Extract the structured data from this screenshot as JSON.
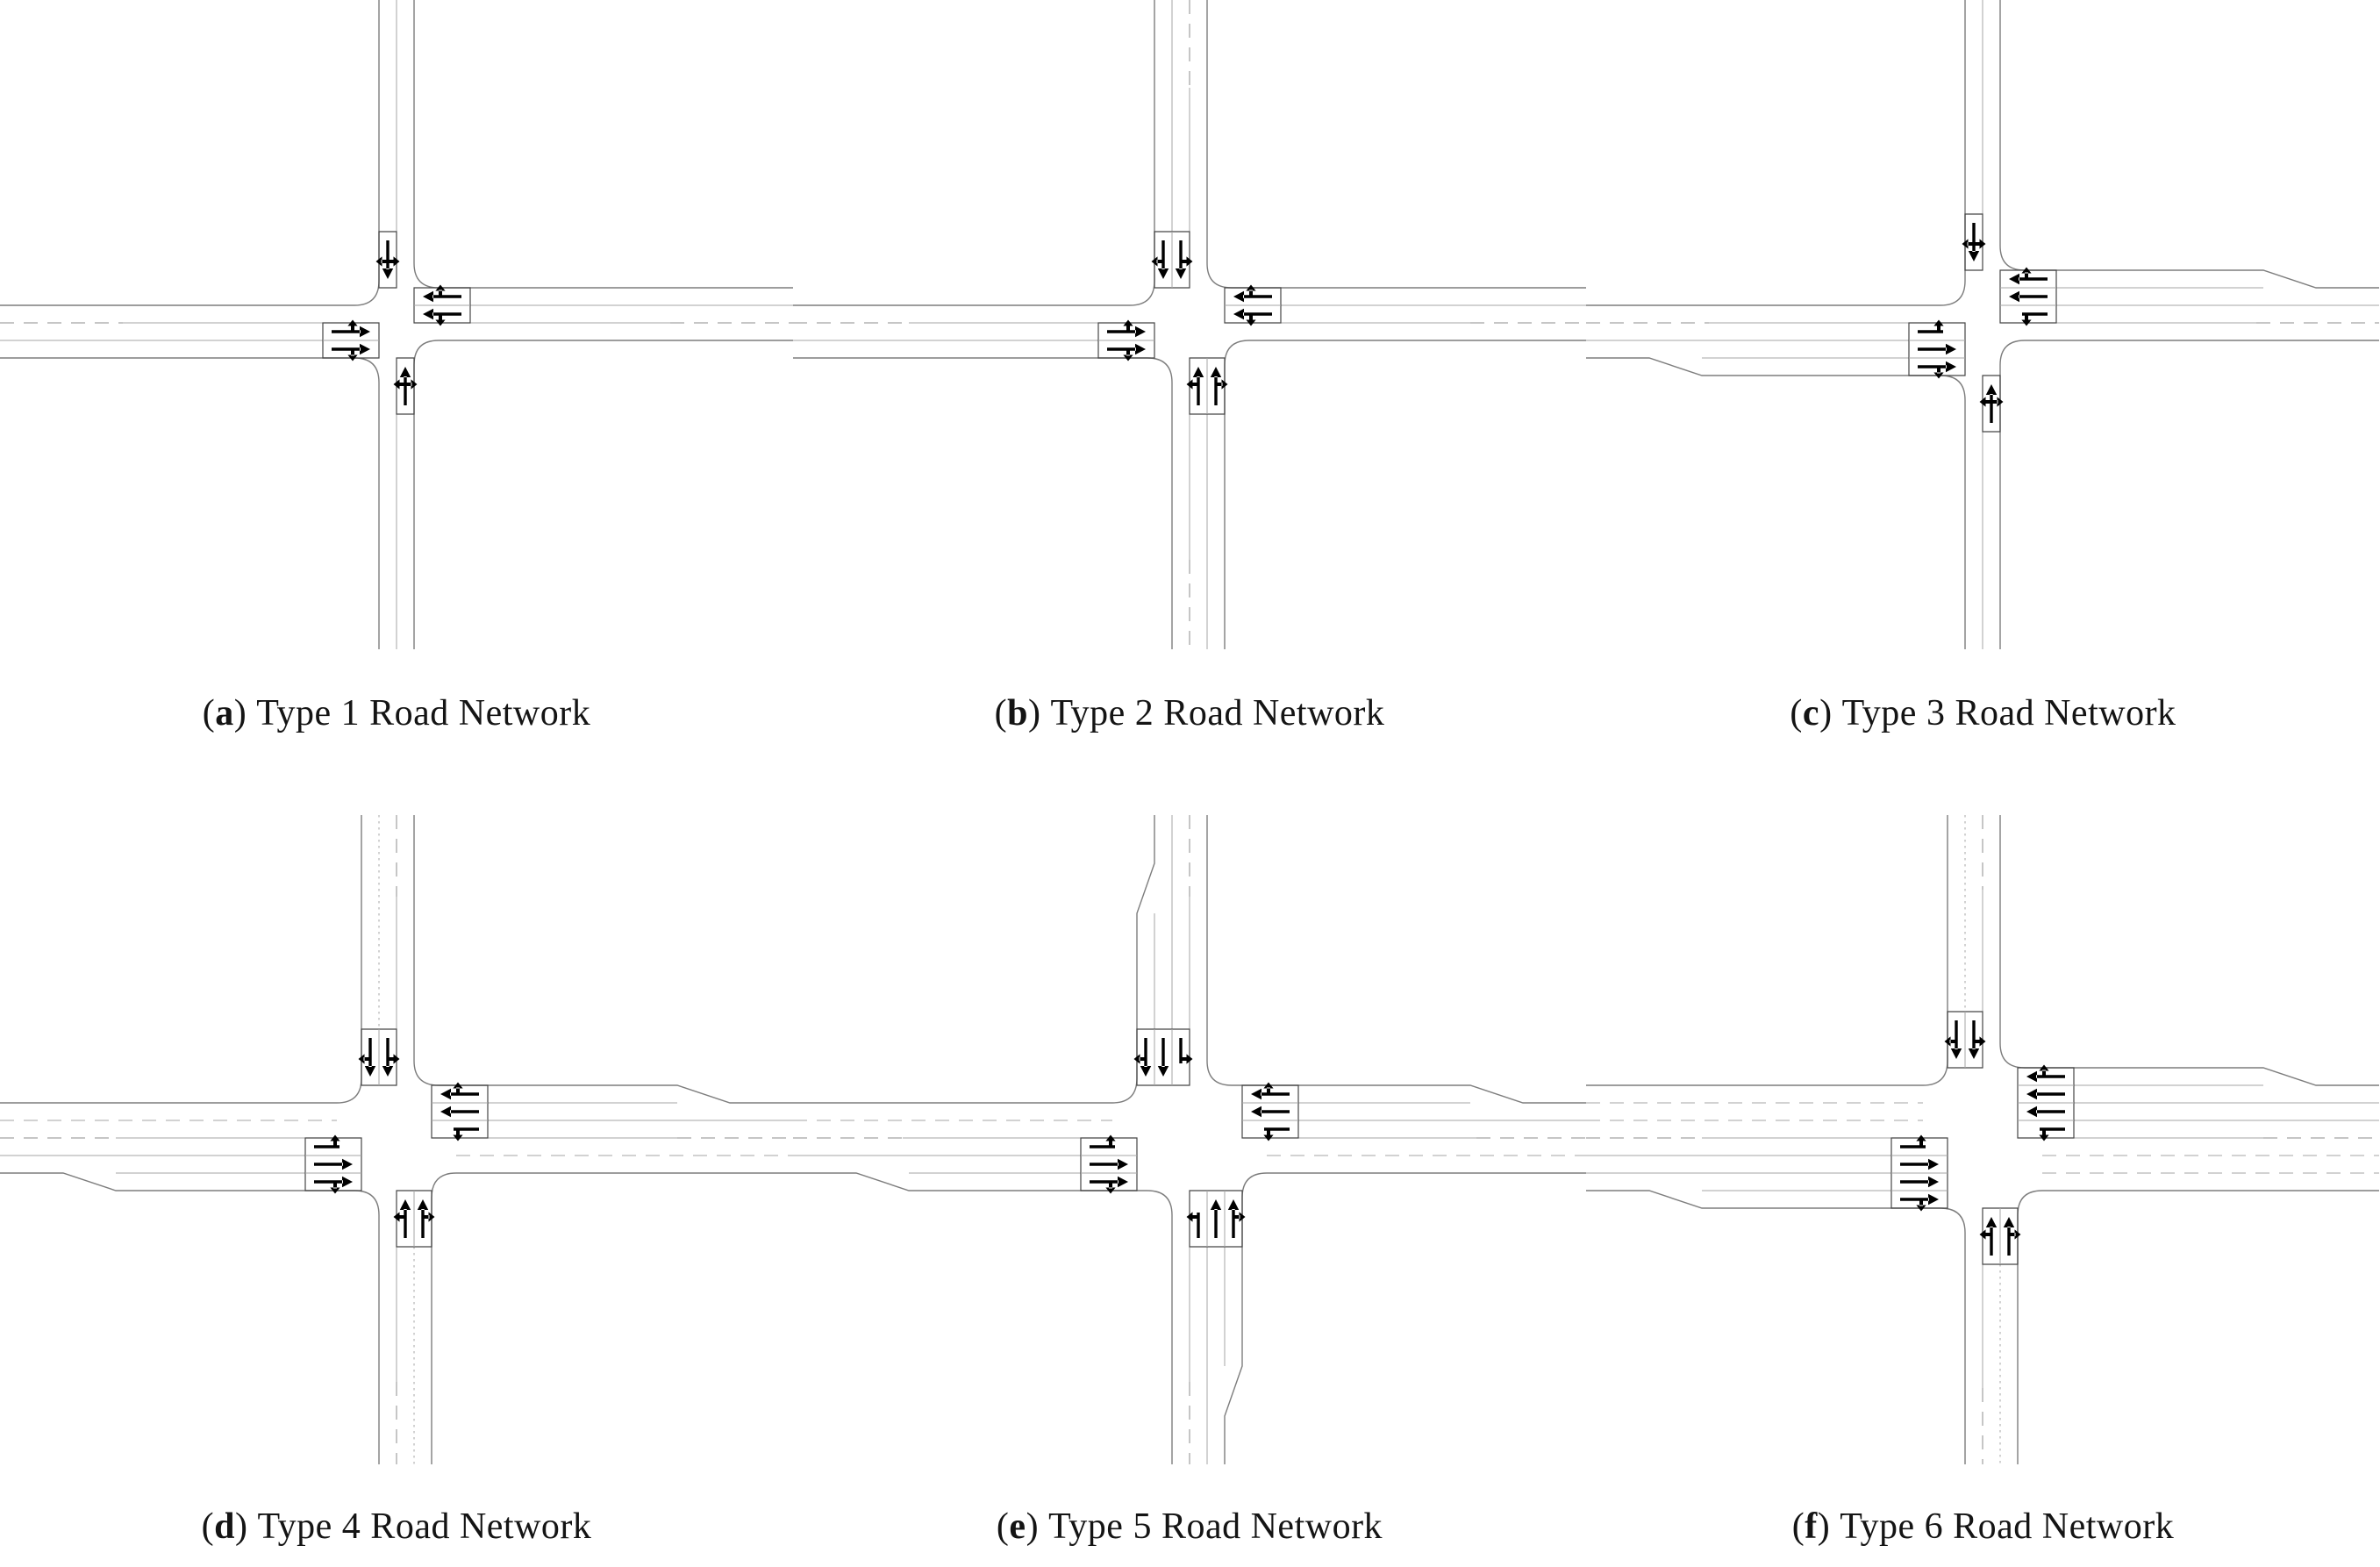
{
  "figure": {
    "kind": "road-network-intersection-diagrams",
    "layout": "2 rows x 3 columns",
    "background": "#ffffff"
  },
  "colors": {
    "road_edge": "#7d7d7d",
    "lane_line": "#a6a6a6",
    "dash_line": "#8e8e8e",
    "stop_box": "#454545",
    "arrow": "#000000",
    "caption_text": "#141414"
  },
  "panels": [
    {
      "id": "type-1",
      "paren_open": "(",
      "letter": "a",
      "paren_close": ")",
      "title": "Type 1 Road Network",
      "roads": {
        "north_south": {
          "approach_lanes": 1,
          "exit_lanes": 1,
          "lane_arrows": [
            "left-through-right"
          ],
          "approach_taper": false,
          "center_line_dashed": false,
          "exit_separators_dashed": false,
          "approach_separators_dotted": false
        },
        "east_west": {
          "approach_lanes": 2,
          "exit_lanes": 1,
          "lane_arrows": [
            "left-through",
            "through-right"
          ],
          "approach_taper": false,
          "center_line_dashed": true,
          "exit_separators_dashed": false,
          "approach_separators_dotted": false
        }
      }
    },
    {
      "id": "type-2",
      "paren_open": "(",
      "letter": "b",
      "paren_close": ")",
      "title": "Type 2 Road Network",
      "roads": {
        "north_south": {
          "approach_lanes": 2,
          "exit_lanes": 1,
          "lane_arrows": [
            "left-through",
            "through-right"
          ],
          "approach_taper": false,
          "center_line_dashed": true,
          "exit_separators_dashed": false,
          "approach_separators_dotted": false
        },
        "east_west": {
          "approach_lanes": 2,
          "exit_lanes": 1,
          "lane_arrows": [
            "left-through",
            "through-right"
          ],
          "approach_taper": false,
          "center_line_dashed": true,
          "exit_separators_dashed": false,
          "approach_separators_dotted": false
        }
      }
    },
    {
      "id": "type-3",
      "paren_open": "(",
      "letter": "c",
      "paren_close": ")",
      "title": "Type 3 Road Network",
      "roads": {
        "north_south": {
          "approach_lanes": 1,
          "exit_lanes": 1,
          "lane_arrows": [
            "left-through-right"
          ],
          "approach_taper": false,
          "center_line_dashed": false,
          "exit_separators_dashed": false,
          "approach_separators_dotted": false
        },
        "east_west": {
          "approach_lanes": 3,
          "exit_lanes": 1,
          "lane_arrows": [
            "left",
            "through",
            "through-right"
          ],
          "approach_taper": true,
          "center_line_dashed": true,
          "exit_separators_dashed": false,
          "approach_separators_dotted": false
        }
      }
    },
    {
      "id": "type-4",
      "paren_open": "(",
      "letter": "d",
      "paren_close": ")",
      "title": "Type 4 Road Network",
      "roads": {
        "north_south": {
          "approach_lanes": 2,
          "exit_lanes": 1,
          "lane_arrows": [
            "left-through",
            "through-right"
          ],
          "approach_taper": false,
          "center_line_dashed": true,
          "exit_separators_dashed": false,
          "approach_separators_dotted": true
        },
        "east_west": {
          "approach_lanes": 3,
          "exit_lanes": 2,
          "lane_arrows": [
            "left",
            "through",
            "through-right"
          ],
          "approach_taper": true,
          "center_line_dashed": true,
          "exit_separators_dashed": true,
          "approach_separators_dotted": false
        }
      }
    },
    {
      "id": "type-5",
      "paren_open": "(",
      "letter": "e",
      "paren_close": ")",
      "title": "Type 5 Road Network",
      "roads": {
        "north_south": {
          "approach_lanes": 3,
          "exit_lanes": 1,
          "lane_arrows": [
            "left",
            "through",
            "through-right"
          ],
          "approach_taper": true,
          "center_line_dashed": true,
          "exit_separators_dashed": false,
          "approach_separators_dotted": false
        },
        "east_west": {
          "approach_lanes": 3,
          "exit_lanes": 2,
          "lane_arrows": [
            "left",
            "through",
            "through-right"
          ],
          "approach_taper": true,
          "center_line_dashed": true,
          "exit_separators_dashed": true,
          "approach_separators_dotted": false
        }
      }
    },
    {
      "id": "type-6",
      "paren_open": "(",
      "letter": "f",
      "paren_close": ")",
      "title": "Type 6 Road Network",
      "roads": {
        "north_south": {
          "approach_lanes": 2,
          "exit_lanes": 1,
          "lane_arrows": [
            "left-through",
            "through-right"
          ],
          "approach_taper": false,
          "center_line_dashed": true,
          "exit_separators_dashed": false,
          "approach_separators_dotted": true
        },
        "east_west": {
          "approach_lanes": 4,
          "exit_lanes": 3,
          "lane_arrows": [
            "left",
            "through",
            "through",
            "through-right"
          ],
          "approach_taper": true,
          "center_line_dashed": true,
          "exit_separators_dashed": true,
          "approach_separators_dotted": false
        }
      }
    }
  ]
}
